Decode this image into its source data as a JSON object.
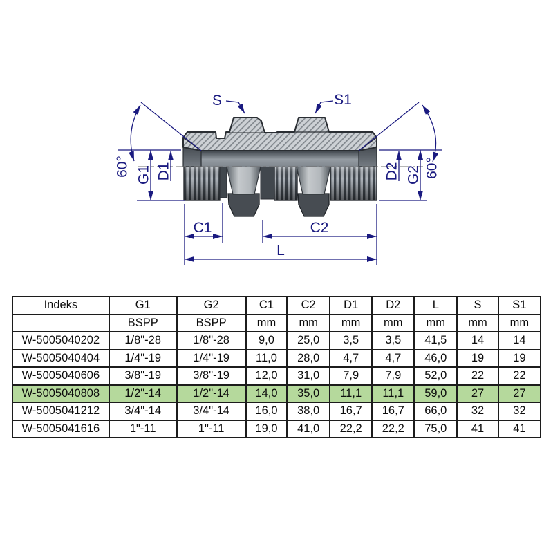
{
  "drawing": {
    "labels": {
      "s": "S",
      "s1": "S1",
      "angle_left": "60°",
      "angle_right": "60°",
      "g1": "G1",
      "d1": "D1",
      "d2": "D2",
      "g2": "G2",
      "c1": "C1",
      "c2": "C2",
      "l": "L"
    },
    "colors": {
      "dimension": "#1a1a80",
      "outline": "#2a2e33",
      "hatch_fill": "#cdd1d5",
      "hatch_line": "#81878d",
      "highlight_row": "#b5d99c"
    }
  },
  "table": {
    "columns": [
      "Indeks",
      "G1",
      "G2",
      "C1",
      "C2",
      "D1",
      "D2",
      "L",
      "S",
      "S1"
    ],
    "units": [
      "",
      "BSPP",
      "BSPP",
      "mm",
      "mm",
      "mm",
      "mm",
      "mm",
      "mm",
      "mm"
    ],
    "rows": [
      {
        "highlight": false,
        "cells": [
          "W-5005040202",
          "1/8\"-28",
          "1/8\"-28",
          "9,0",
          "25,0",
          "3,5",
          "3,5",
          "41,5",
          "14",
          "14"
        ]
      },
      {
        "highlight": false,
        "cells": [
          "W-5005040404",
          "1/4\"-19",
          "1/4\"-19",
          "11,0",
          "28,0",
          "4,7",
          "4,7",
          "46,0",
          "19",
          "19"
        ]
      },
      {
        "highlight": false,
        "cells": [
          "W-5005040606",
          "3/8\"-19",
          "3/8\"-19",
          "12,0",
          "31,0",
          "7,9",
          "7,9",
          "52,0",
          "22",
          "22"
        ]
      },
      {
        "highlight": true,
        "cells": [
          "W-5005040808",
          "1/2\"-14",
          "1/2\"-14",
          "14,0",
          "35,0",
          "11,1",
          "11,1",
          "59,0",
          "27",
          "27"
        ]
      },
      {
        "highlight": false,
        "cells": [
          "W-5005041212",
          "3/4\"-14",
          "3/4\"-14",
          "16,0",
          "38,0",
          "16,7",
          "16,7",
          "66,0",
          "32",
          "32"
        ]
      },
      {
        "highlight": false,
        "cells": [
          "W-5005041616",
          "1\"-11",
          "1\"-11",
          "19,0",
          "41,0",
          "22,2",
          "22,2",
          "75,0",
          "41",
          "41"
        ]
      }
    ]
  }
}
